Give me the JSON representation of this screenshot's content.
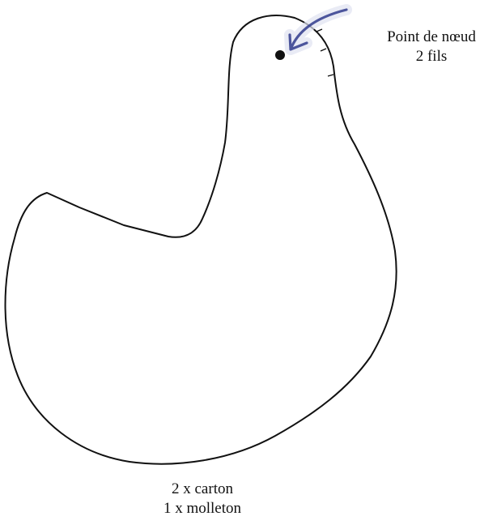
{
  "pattern": {
    "outline_color": "#111111",
    "stroke_mark_color": "#35408f"
  },
  "annotations": {
    "knot_point": {
      "line1": "Point de nœud",
      "line2": "2 fils"
    },
    "cut_instructions": {
      "line1": "2 x carton",
      "line2": "1 x molleton"
    }
  }
}
